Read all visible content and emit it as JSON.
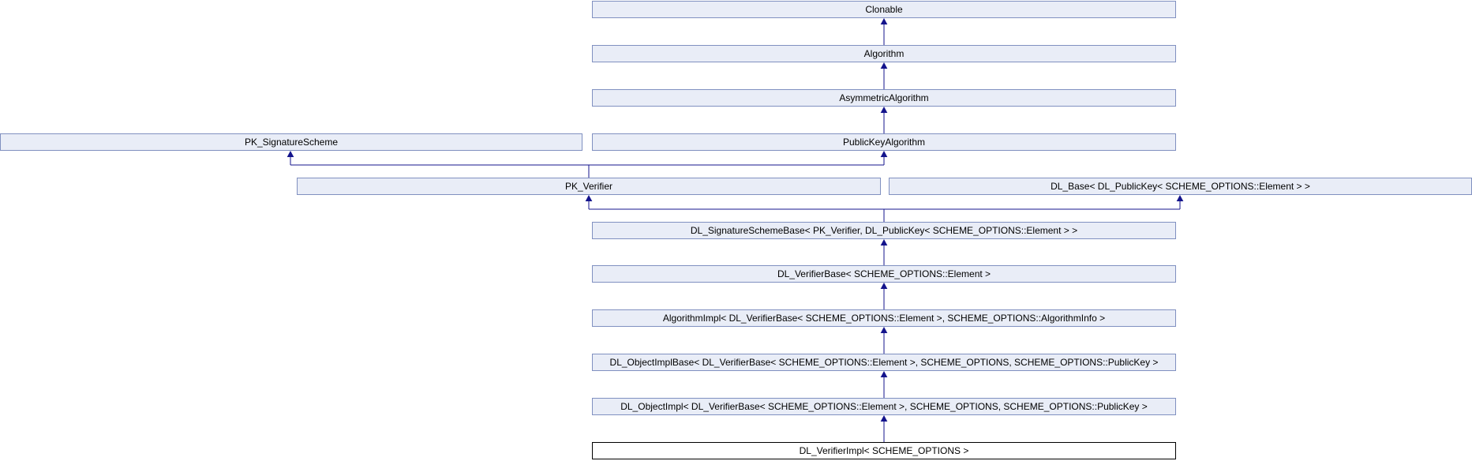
{
  "diagram": {
    "kind": "class-inheritance-diagram",
    "current_class": "DL_VerifierImpl< SCHEME_OPTIONS >",
    "colors": {
      "node_fill": "#e9edf7",
      "node_border": "#8090c0",
      "current_node_fill": "#ffffff",
      "current_node_border": "#000000",
      "arrow": "#14148c",
      "text": "#000000",
      "background": "#ffffff"
    },
    "nodes": [
      {
        "id": "clonable",
        "label": "Clonable"
      },
      {
        "id": "algorithm",
        "label": "Algorithm"
      },
      {
        "id": "asymmetric-algorithm",
        "label": "AsymmetricAlgorithm"
      },
      {
        "id": "pk-signature-scheme",
        "label": "PK_SignatureScheme"
      },
      {
        "id": "public-key-algorithm",
        "label": "PublicKeyAlgorithm"
      },
      {
        "id": "pk-verifier",
        "label": "PK_Verifier"
      },
      {
        "id": "dl-base",
        "label": "DL_Base< DL_PublicKey< SCHEME_OPTIONS::Element > >"
      },
      {
        "id": "dl-signature-scheme-base",
        "label": "DL_SignatureSchemeBase< PK_Verifier, DL_PublicKey< SCHEME_OPTIONS::Element > >"
      },
      {
        "id": "dl-verifier-base",
        "label": "DL_VerifierBase< SCHEME_OPTIONS::Element >"
      },
      {
        "id": "algorithm-impl",
        "label": "AlgorithmImpl< DL_VerifierBase< SCHEME_OPTIONS::Element >, SCHEME_OPTIONS::AlgorithmInfo >"
      },
      {
        "id": "dl-object-impl-base",
        "label": "DL_ObjectImplBase< DL_VerifierBase< SCHEME_OPTIONS::Element >, SCHEME_OPTIONS, SCHEME_OPTIONS::PublicKey >"
      },
      {
        "id": "dl-object-impl",
        "label": "DL_ObjectImpl< DL_VerifierBase< SCHEME_OPTIONS::Element >, SCHEME_OPTIONS, SCHEME_OPTIONS::PublicKey >"
      },
      {
        "id": "dl-verifier-impl",
        "label": "DL_VerifierImpl< SCHEME_OPTIONS >",
        "current": true
      }
    ],
    "edges": [
      {
        "from": "Algorithm",
        "to": "Clonable"
      },
      {
        "from": "AsymmetricAlgorithm",
        "to": "Algorithm"
      },
      {
        "from": "PublicKeyAlgorithm",
        "to": "AsymmetricAlgorithm"
      },
      {
        "from": "PK_Verifier",
        "to": "PK_SignatureScheme"
      },
      {
        "from": "PK_Verifier",
        "to": "PublicKeyAlgorithm"
      },
      {
        "from": "DL_SignatureSchemeBase",
        "to": "PK_Verifier"
      },
      {
        "from": "DL_SignatureSchemeBase",
        "to": "DL_Base"
      },
      {
        "from": "DL_VerifierBase",
        "to": "DL_SignatureSchemeBase"
      },
      {
        "from": "AlgorithmImpl",
        "to": "DL_VerifierBase"
      },
      {
        "from": "DL_ObjectImplBase",
        "to": "AlgorithmImpl"
      },
      {
        "from": "DL_ObjectImpl",
        "to": "DL_ObjectImplBase"
      },
      {
        "from": "DL_VerifierImpl",
        "to": "DL_ObjectImpl"
      }
    ]
  }
}
